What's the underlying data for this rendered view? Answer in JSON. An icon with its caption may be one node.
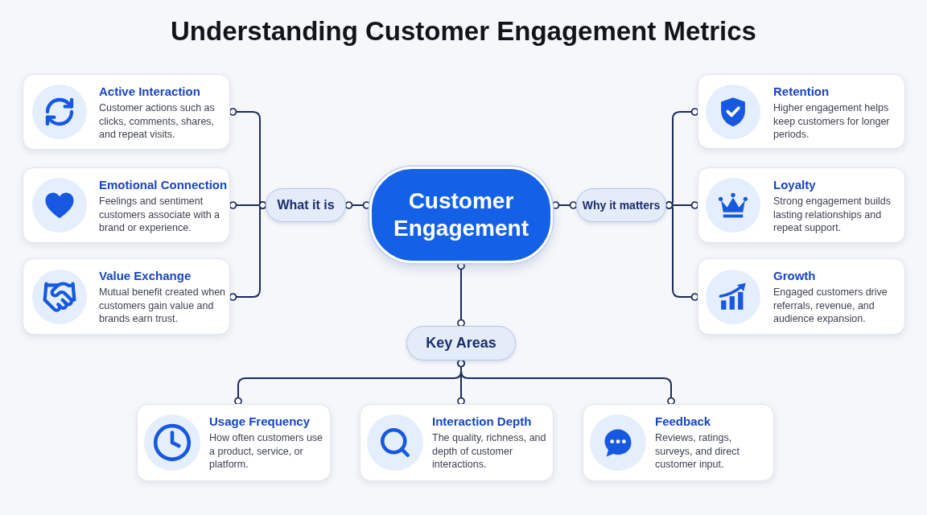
{
  "diagram": {
    "title": "Understanding Customer Engagement Metrics",
    "nodes": [
      {
        "text": [
          "Customer Engagement"
        ]
      },
      {
        "text": [
          "What it is"
        ]
      },
      {
        "text": [
          "Why it matters"
        ]
      },
      {
        "text": [
          "Key Areas"
        ]
      },
      {
        "text": [
          "Active Interaction",
          "Customer actions such as clicks, comments, shares, and repeat visits."
        ]
      },
      {
        "text": [
          "Emotional Connection",
          "Feelings and sentiment customers associate with a brand or experience."
        ]
      },
      {
        "text": [
          "Value Exchange",
          "Mutual benefit created when customers gain value and brands earn trust."
        ]
      },
      {
        "text": [
          "Retention",
          "Higher engagement helps keep customers for longer periods."
        ]
      },
      {
        "text": [
          "Loyalty",
          "Strong engagement builds lasting relationships and repeat support."
        ]
      },
      {
        "text": [
          "Growth",
          "Engaged customers drive referrals, revenue, and audience expansion."
        ]
      },
      {
        "text": [
          "Usage Frequency",
          "How often customers use a product, service, or platform."
        ]
      },
      {
        "text": [
          "Interaction Depth",
          "The quality, richness, and depth of customer interactions."
        ]
      },
      {
        "text": [
          "Feedback",
          "Reviews, ratings, surveys, and direct customer input."
        ]
      }
    ],
    "edges": [
      {
        "from": 0,
        "to": 1,
        "arrow": "other"
      },
      {
        "from": 0,
        "to": 2,
        "arrow": "other"
      },
      {
        "from": 0,
        "to": 3,
        "arrow": "other"
      },
      {
        "from": 1,
        "to": 4,
        "arrow": "other"
      },
      {
        "from": 1,
        "to": 5,
        "arrow": "other"
      },
      {
        "from": 1,
        "to": 6,
        "arrow": "other"
      },
      {
        "from": 2,
        "to": 7,
        "arrow": "other"
      },
      {
        "from": 2,
        "to": 8,
        "arrow": "other"
      },
      {
        "from": 2,
        "to": 9,
        "arrow": "other"
      },
      {
        "from": 3,
        "to": 10,
        "arrow": "other"
      },
      {
        "from": 3,
        "to": 11,
        "arrow": "other"
      },
      {
        "from": 3,
        "to": 12,
        "arrow": "other"
      }
    ]
  }
}
